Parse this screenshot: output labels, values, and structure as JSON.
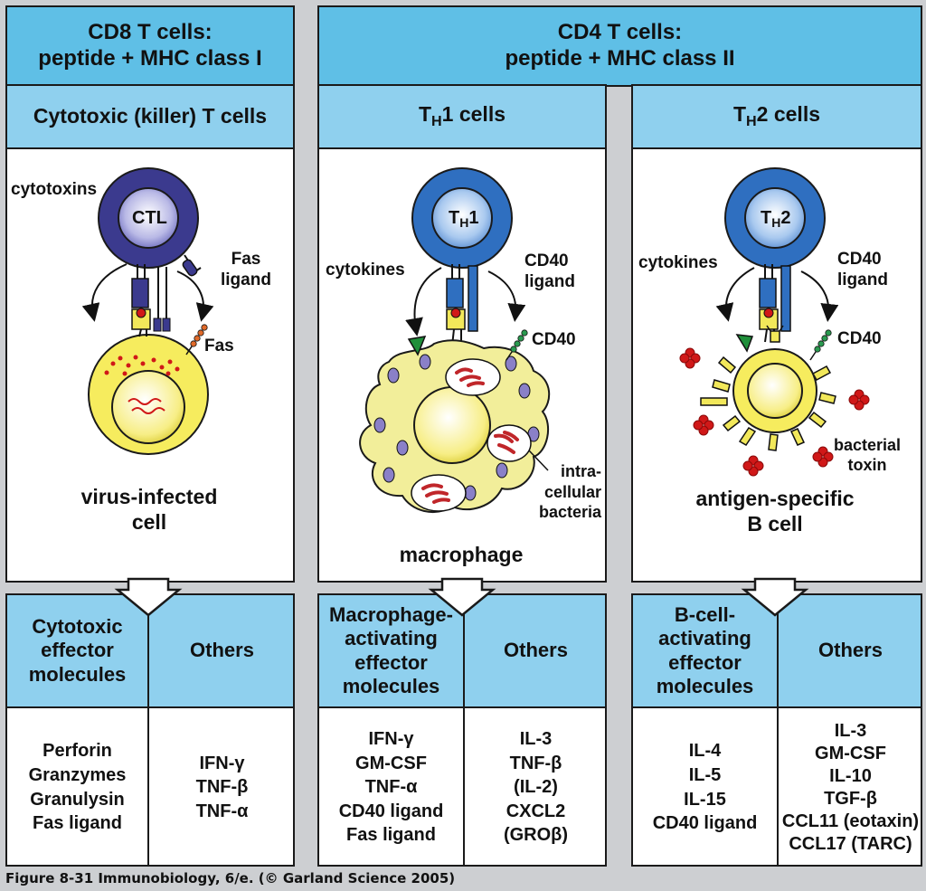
{
  "cd8": {
    "title": [
      "CD8 T cells:",
      "peptide + MHC class I"
    ],
    "subtitle": "Cytotoxic (killer) T cells",
    "cell_label": "CTL",
    "labels": {
      "cytotoxins": "cytotoxins",
      "fas_ligand": [
        "Fas",
        "ligand"
      ],
      "fas": "Fas",
      "target": [
        "virus-infected",
        "cell"
      ]
    },
    "col1_header": [
      "Cytotoxic",
      "effector",
      "molecules"
    ],
    "col2_header": "Others",
    "col1_items": [
      "Perforin",
      "Granzymes",
      "Granulysin",
      "Fas ligand"
    ],
    "col2_items": [
      "IFN-γ",
      "TNF-β",
      "TNF-α"
    ]
  },
  "cd4": {
    "title": [
      "CD4 T cells:",
      "peptide + MHC class II"
    ]
  },
  "th1": {
    "subtitle_main": "T",
    "subtitle_sub": "H",
    "subtitle_rest": "1 cells",
    "cell_main": "T",
    "cell_sub": "H",
    "cell_rest": "1",
    "labels": {
      "cytokines": "cytokines",
      "cd40_ligand": [
        "CD40",
        "ligand"
      ],
      "cd40": "CD40",
      "bacteria": [
        "intra-",
        "cellular",
        "bacteria"
      ],
      "target": "macrophage"
    },
    "col1_header": [
      "Macrophage-",
      "activating",
      "effector",
      "molecules"
    ],
    "col2_header": "Others",
    "col1_items": [
      "IFN-γ",
      "GM-CSF",
      "TNF-α",
      "CD40 ligand",
      "Fas ligand"
    ],
    "col2_items": [
      "IL-3",
      "TNF-β",
      "(IL-2)",
      "CXCL2",
      "(GROβ)"
    ]
  },
  "th2": {
    "subtitle_main": "T",
    "subtitle_sub": "H",
    "subtitle_rest": "2 cells",
    "cell_main": "T",
    "cell_sub": "H",
    "cell_rest": "2",
    "labels": {
      "cytokines": "cytokines",
      "cd40_ligand": [
        "CD40",
        "ligand"
      ],
      "cd40": "CD40",
      "toxin": [
        "bacterial",
        "toxin"
      ],
      "target": [
        "antigen-specific",
        "B cell"
      ]
    },
    "col1_header": [
      "B-cell-",
      "activating",
      "effector",
      "molecules"
    ],
    "col2_header": "Others",
    "col1_items": [
      "IL-4",
      "IL-5",
      "IL-15",
      "CD40 ligand"
    ],
    "col2_items": [
      "IL-3",
      "GM-CSF",
      "IL-10",
      "TGF-β",
      "CCL11 (eotaxin)",
      "CCL17 (TARC)"
    ]
  },
  "caption": "Figure 8-31  Immunobiology, 6/e. (© Garland Science 2005)",
  "colors": {
    "header_blue": "#5fbfe6",
    "sub_blue": "#8fd0ee",
    "ctl": "#3b3a8e",
    "th": "#2f6fc0",
    "target_yellow": "#fbf07a",
    "macrophage": "#f2ee9a"
  }
}
